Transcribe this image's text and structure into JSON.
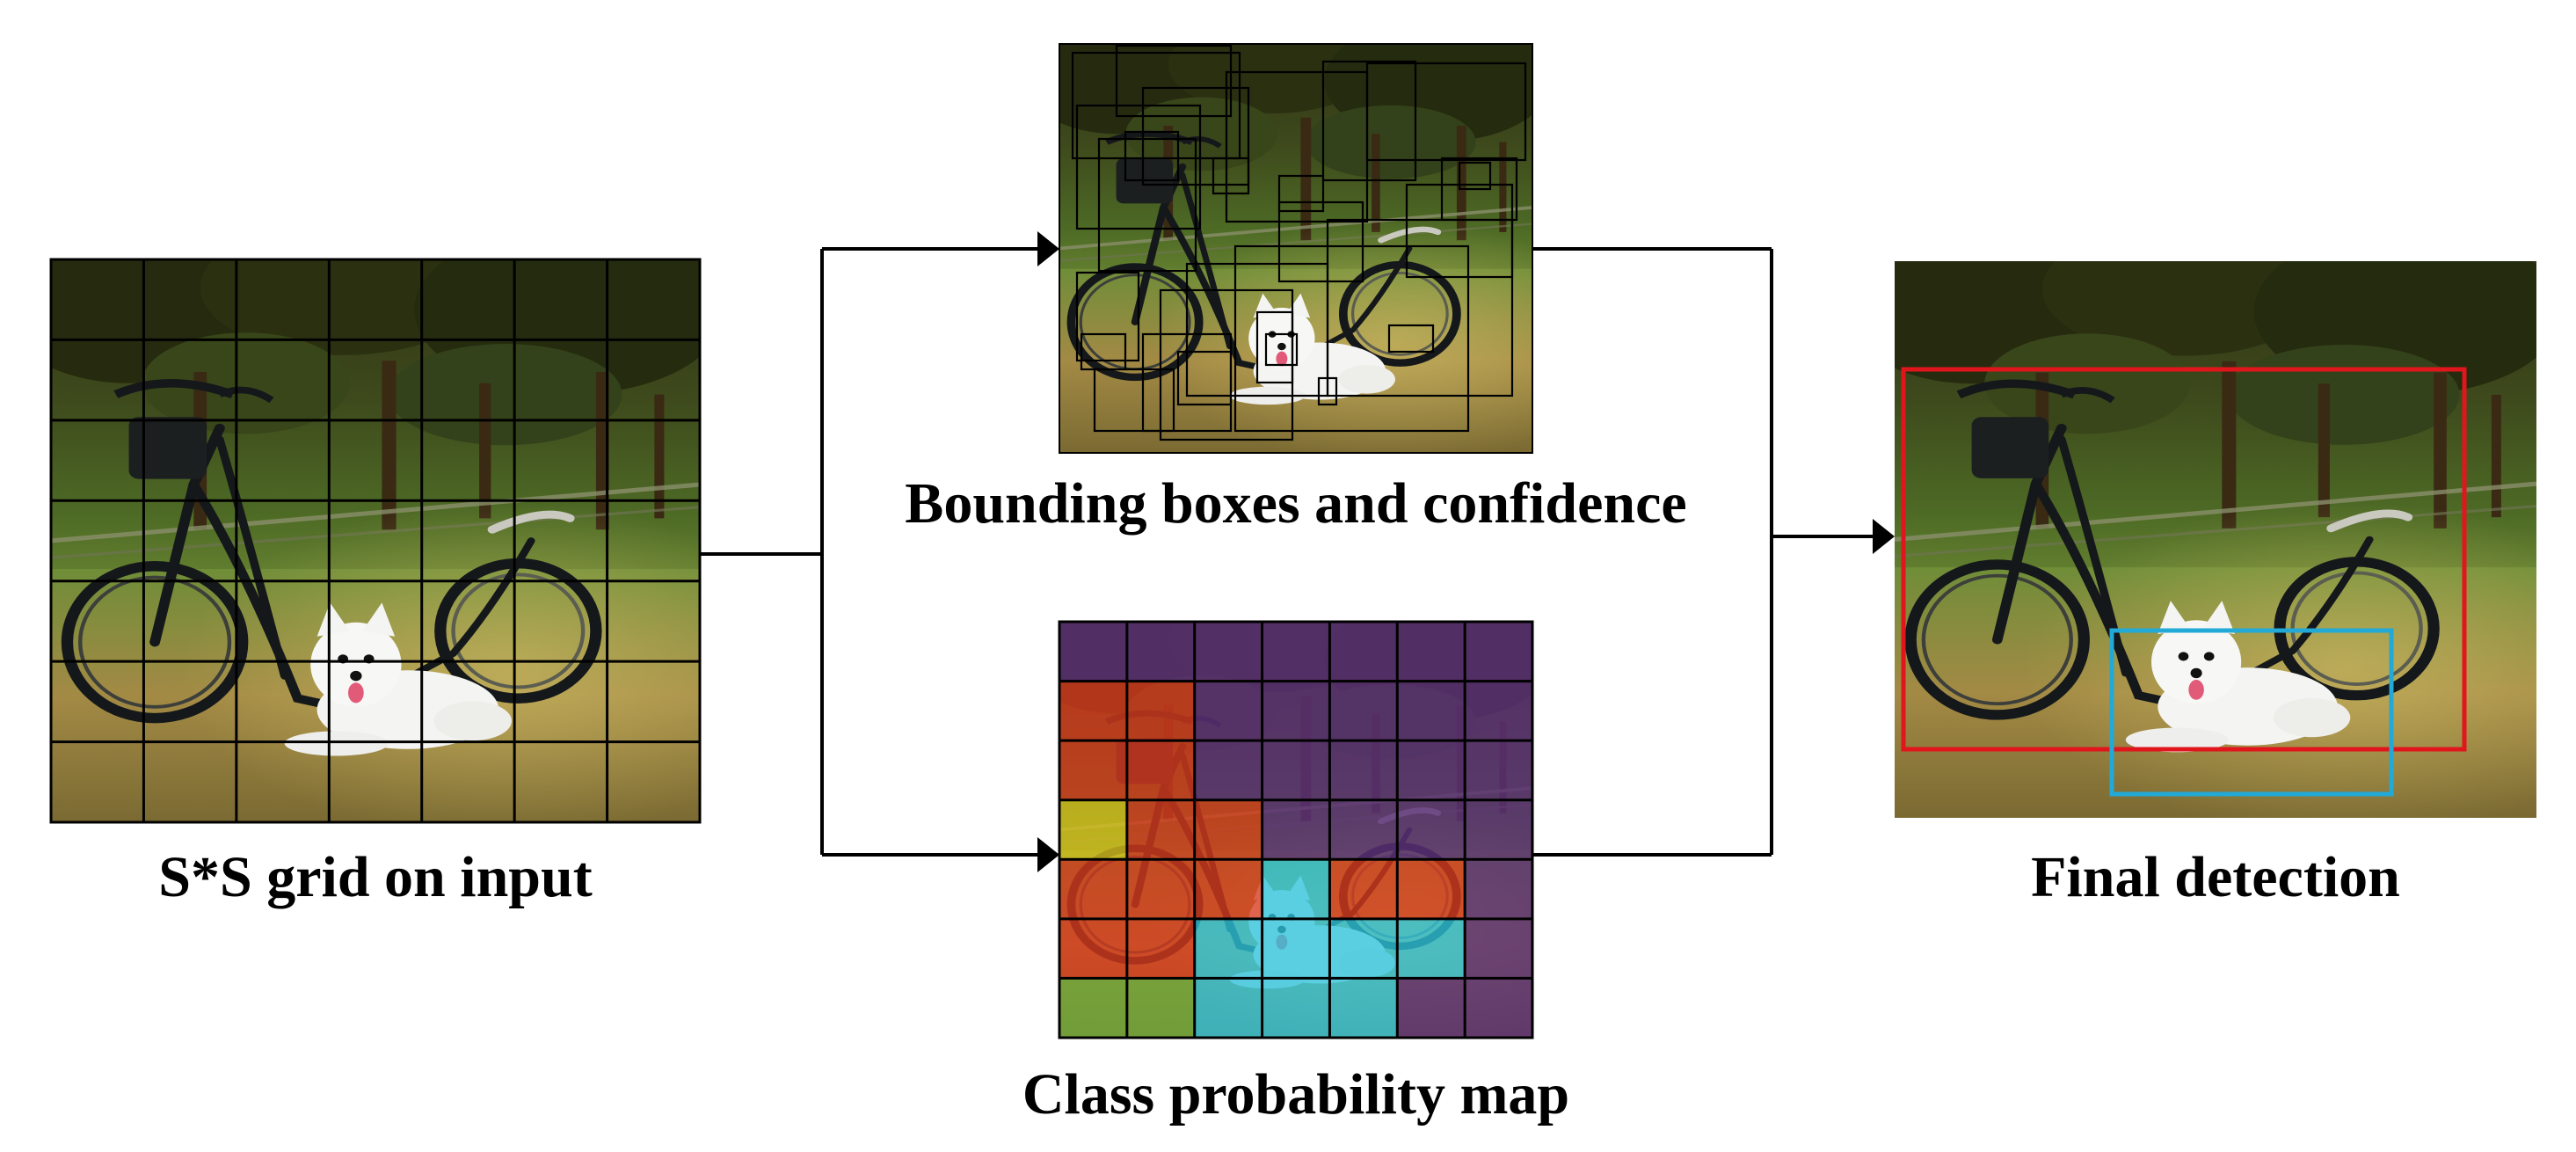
{
  "labels": {
    "grid_input": "S*S grid on input",
    "bounding_boxes": "Bounding boxes and confidence",
    "class_map": "Class probability map",
    "final": "Final detection"
  },
  "class_map": {
    "rows": 7,
    "cols": 7,
    "cells": [
      [
        "purple",
        "purple",
        "purple",
        "purple",
        "purple",
        "purple",
        "purple"
      ],
      [
        "red",
        "red",
        "purple",
        "purple",
        "purple",
        "purple",
        "purple"
      ],
      [
        "red",
        "red",
        "purple",
        "purple",
        "purple",
        "purple",
        "purple"
      ],
      [
        "yellow",
        "red",
        "red",
        "purple",
        "purple",
        "purple",
        "purple"
      ],
      [
        "red",
        "red",
        "red",
        "cyan",
        "red",
        "red",
        "purple"
      ],
      [
        "red",
        "red",
        "cyan",
        "cyan",
        "cyan",
        "cyan",
        "purple"
      ],
      [
        "green",
        "green",
        "cyan",
        "cyan",
        "cyan",
        "purple",
        "purple"
      ]
    ]
  },
  "colors": {
    "red": "#d93a1d",
    "purple": "#5c2f78",
    "cyan": "#2ec4dc",
    "yellow": "#d8c21c",
    "green": "#6faa3a",
    "final_box_bike": "#e0161c",
    "final_box_dog": "#22a9d6"
  },
  "photo": {
    "subjects": [
      "bicycle",
      "white dog",
      "grass field",
      "trees"
    ]
  }
}
